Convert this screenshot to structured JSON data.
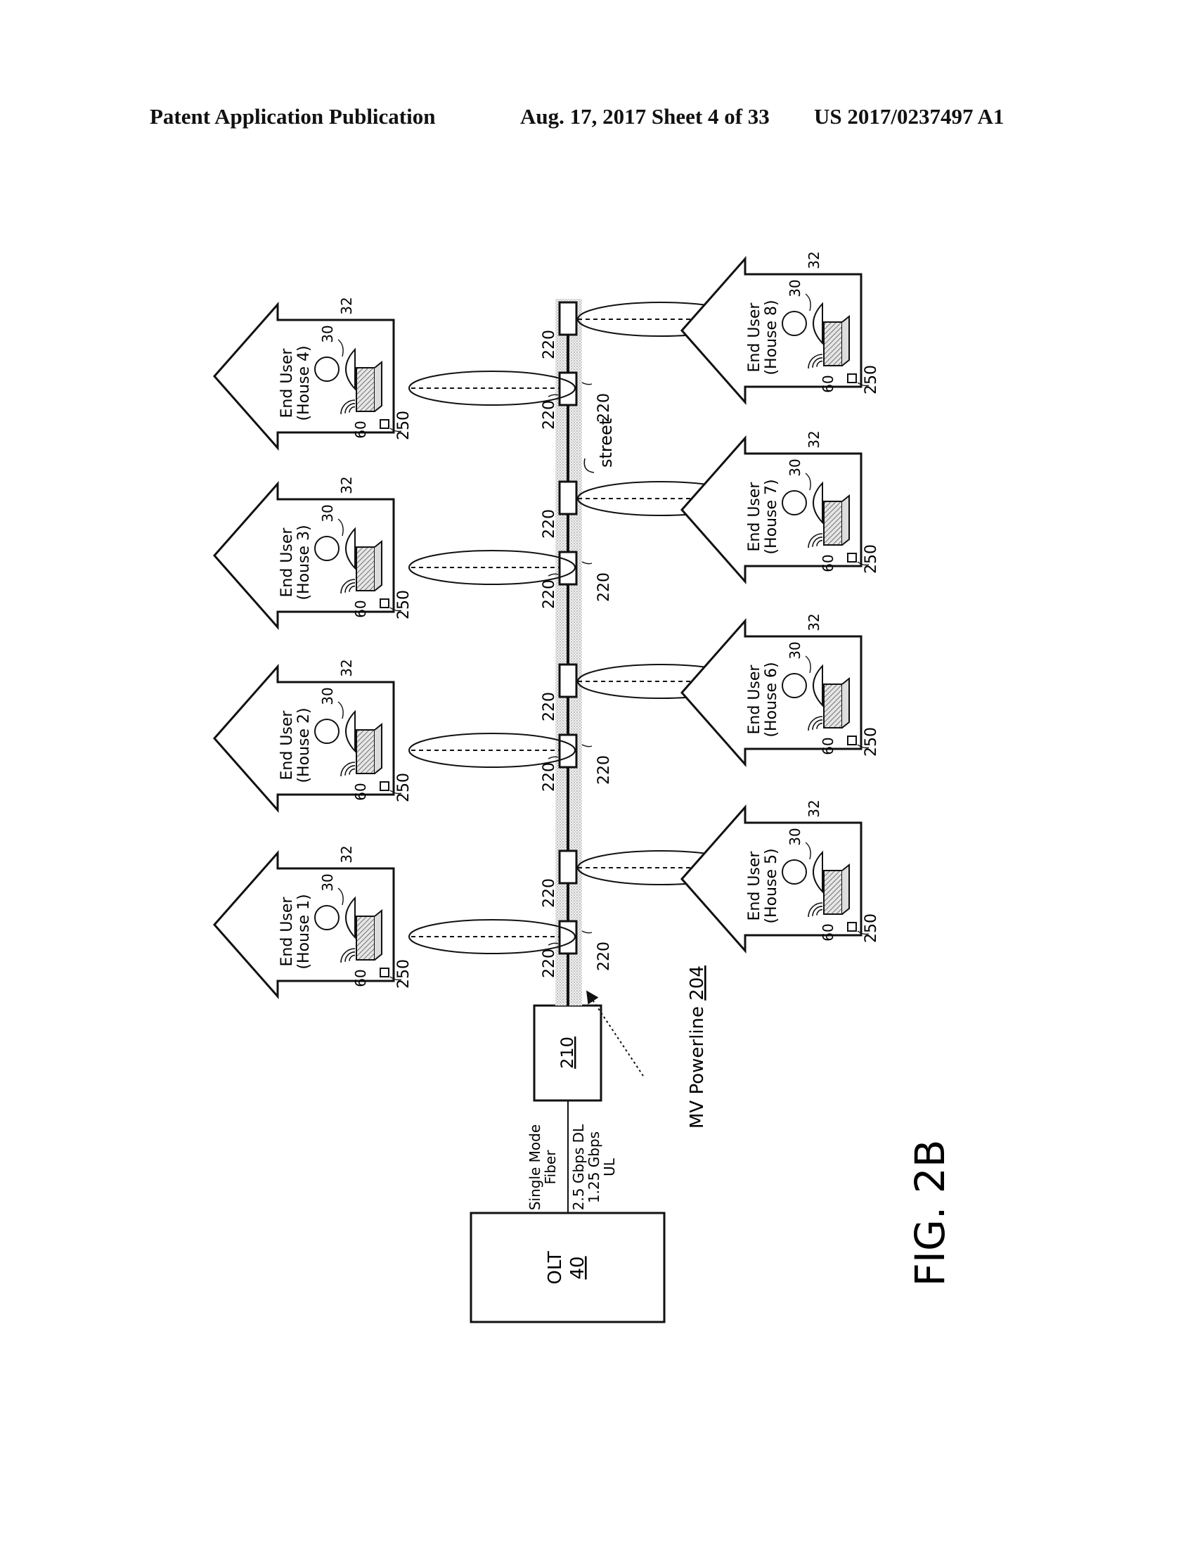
{
  "header": {
    "publication": "Patent Application Publication",
    "date_sheet": "Aug. 17, 2017  Sheet 4 of 33",
    "pub_number": "US 2017/0237497 A1"
  },
  "figure": {
    "label": "FIG. 2B",
    "olt": {
      "name": "OLT",
      "ref": "40"
    },
    "box_210": {
      "ref": "210"
    },
    "fiber": {
      "line1": "Single Mode",
      "line2": "Fiber"
    },
    "rates": {
      "line1": "2.5 Gbps DL",
      "line2": "1.25 Gbps",
      "line3": "UL"
    },
    "powerline": {
      "text": "MV Powerline",
      "ref": "204"
    },
    "street": "street",
    "coupler_ref": "220",
    "houses_top": [
      {
        "line1": "End User",
        "line2": "(House 1)",
        "ref_user": "30",
        "ref_house": "32",
        "ref_modem": "60",
        "ref_box": "250"
      },
      {
        "line1": "End User",
        "line2": "(House 2)",
        "ref_user": "30",
        "ref_house": "32",
        "ref_modem": "60",
        "ref_box": "250"
      },
      {
        "line1": "End User",
        "line2": "(House 3)",
        "ref_user": "30",
        "ref_house": "32",
        "ref_modem": "60",
        "ref_box": "250"
      },
      {
        "line1": "End User",
        "line2": "(House 4)",
        "ref_user": "30",
        "ref_house": "32",
        "ref_modem": "60",
        "ref_box": "250"
      }
    ],
    "houses_bottom": [
      {
        "line1": "End User",
        "line2": "(House 5)",
        "ref_user": "30",
        "ref_house": "32",
        "ref_modem": "60",
        "ref_box": "250"
      },
      {
        "line1": "End User",
        "line2": "(House 6)",
        "ref_user": "30",
        "ref_house": "32",
        "ref_modem": "60",
        "ref_box": "250"
      },
      {
        "line1": "End User",
        "line2": "(House 7)",
        "ref_user": "30",
        "ref_house": "32",
        "ref_modem": "60",
        "ref_box": "250"
      },
      {
        "line1": "End User",
        "line2": "(House 8)",
        "ref_user": "30",
        "ref_house": "32",
        "ref_modem": "60",
        "ref_box": "250"
      }
    ]
  }
}
